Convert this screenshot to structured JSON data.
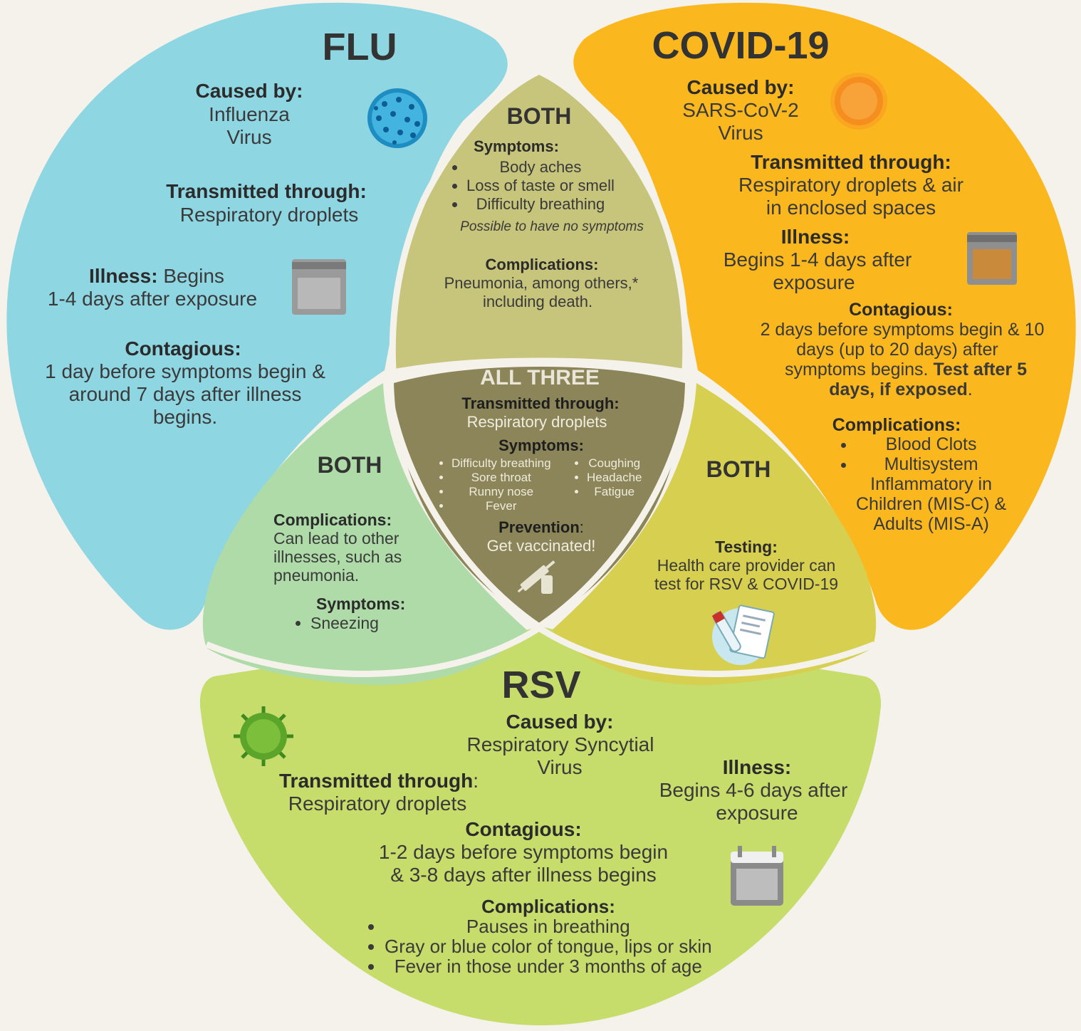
{
  "colors": {
    "flu": "#8fd6e3",
    "covid": "#fbb81e",
    "rsv": "#c6dc6b",
    "flu_covid": "#c7c47c",
    "flu_rsv": "#aedba8",
    "covid_rsv": "#d7cf4f",
    "all_three": "#8c8559",
    "background": "#f5f2ec"
  },
  "flu": {
    "title": "FLU",
    "caused_by_label": "Caused by:",
    "caused_by": [
      "Influenza",
      "Virus"
    ],
    "transmitted_label": "Transmitted through:",
    "transmitted": "Respiratory droplets",
    "illness_label": "Illness:",
    "illness": [
      "Begins",
      "1-4 days after exposure"
    ],
    "contagious_label": "Contagious:",
    "contagious": [
      "1 day before symptoms begin &",
      "around 7 days after illness",
      "begins."
    ],
    "icons": [
      "virus-icon",
      "calendar-icon"
    ]
  },
  "covid": {
    "title": "COVID-19",
    "caused_by_label": "Caused by:",
    "caused_by": [
      "SARS-CoV-2",
      "Virus"
    ],
    "transmitted_label": "Transmitted through:",
    "transmitted": [
      "Respiratory droplets & air",
      "in enclosed spaces"
    ],
    "illness_label": "Illness:",
    "illness": [
      "Begins 1-4 days after",
      "exposure"
    ],
    "contagious_label": "Contagious:",
    "contagious": [
      "2 days before symptoms begin & 10",
      "days (up to 20 days) after",
      "symptoms begins."
    ],
    "contagious_bold_1": "Test after 5",
    "contagious_bold_2": "days, if exposed",
    "complications_label": "Complications:",
    "complications": [
      "Blood Clots",
      "Multisystem",
      "Inflammatory in",
      "Children (MIS-C) &",
      "Adults (MIS-A)"
    ],
    "icons": [
      "virus-icon",
      "calendar-icon"
    ]
  },
  "rsv": {
    "title": "RSV",
    "caused_by_label": "Caused by:",
    "caused_by": [
      "Respiratory Syncytial",
      "Virus"
    ],
    "transmitted_label": "Transmitted through",
    "transmitted": "Respiratory droplets",
    "illness_label": "Illness:",
    "illness": [
      "Begins 4-6 days after",
      "exposure"
    ],
    "contagious_label": "Contagious:",
    "contagious": [
      "1-2 days before symptoms begin",
      "& 3-8 days after illness begins"
    ],
    "complications_label": "Complications:",
    "complications": [
      "Pauses in breathing",
      "Gray or blue color of tongue, lips or skin",
      "Fever in those under 3 months of age"
    ],
    "icons": [
      "virus-icon",
      "calendar-icon"
    ]
  },
  "flu_covid": {
    "title": "BOTH",
    "symptoms_label": "Symptoms:",
    "symptoms": [
      "Body aches",
      "Loss of taste or smell",
      "Difficulty breathing"
    ],
    "note": "Possible to have no symptoms",
    "complications_label": "Complications:",
    "complications": [
      "Pneumonia, among others,*",
      "including death."
    ]
  },
  "flu_rsv": {
    "title": "BOTH",
    "complications_label": "Complications:",
    "complications": [
      "Can lead to other",
      "illnesses, such as",
      "pneumonia."
    ],
    "symptoms_label": "Symptoms:",
    "symptoms": [
      "Sneezing"
    ]
  },
  "covid_rsv": {
    "title": "BOTH",
    "testing_label": "Testing:",
    "testing": [
      "Health care provider can",
      "test for RSV & COVID-19"
    ],
    "icons": [
      "test-kit-icon"
    ]
  },
  "all_three": {
    "title": "ALL THREE",
    "transmitted_label": "Transmitted through:",
    "transmitted": "Respiratory droplets",
    "symptoms_label": "Symptoms:",
    "symptoms_col1": [
      "Difficulty breathing",
      "Sore throat",
      "Runny nose",
      "Fever"
    ],
    "symptoms_col2": [
      "Coughing",
      "Headache",
      "Fatigue"
    ],
    "prevention_label": "Prevention",
    "prevention": "Get vaccinated!",
    "icons": [
      "vaccine-icon"
    ]
  }
}
